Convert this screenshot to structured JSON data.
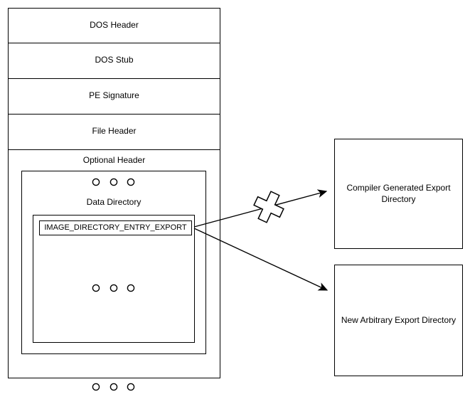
{
  "diagram": {
    "title_semantic": "PE file export directory hijack diagram",
    "pe_file": {
      "sections": [
        "DOS Header",
        "DOS Stub",
        "PE Signature",
        "File Header",
        "Optional Header"
      ],
      "data_directory_label": "Data Directory",
      "export_entry_label": "IMAGE_DIRECTORY_ENTRY_EXPORT"
    },
    "export_directories": {
      "compiler_generated": "Compiler Generated Export Directory",
      "new_arbitrary": "New Arbitrary Export Directory"
    },
    "connections": [
      {
        "from": "IMAGE_DIRECTORY_ENTRY_EXPORT",
        "to": "Compiler Generated Export Directory",
        "status": "crossed-out"
      },
      {
        "from": "IMAGE_DIRECTORY_ENTRY_EXPORT",
        "to": "New Arbitrary Export Directory",
        "status": "active"
      }
    ],
    "icons": {
      "ellipsis_dots": "three-outline-circles (continuation)",
      "cross_out": "x-mark (rejected path)"
    },
    "colors": {
      "line": "#000000",
      "background": "#ffffff"
    }
  }
}
